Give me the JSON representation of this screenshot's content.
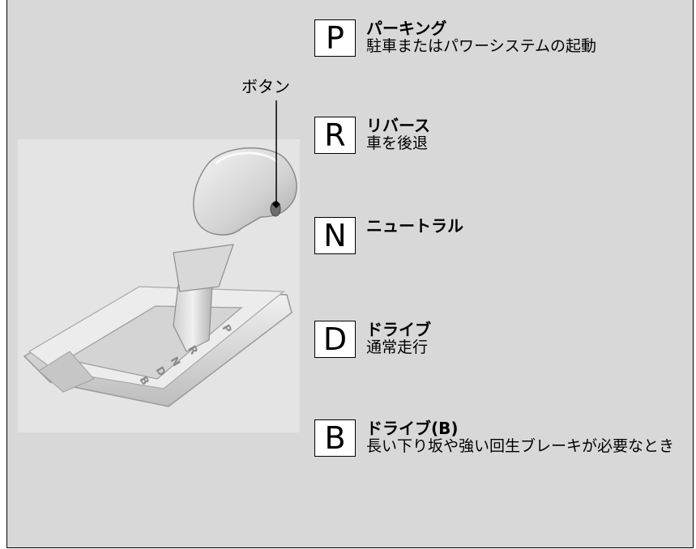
{
  "callout": {
    "label": "ボタン"
  },
  "gears": [
    {
      "letter": "P",
      "title": "パーキング",
      "desc": "駐車またはパワーシステムの起動"
    },
    {
      "letter": "R",
      "title": "リバース",
      "desc": "車を後退"
    },
    {
      "letter": "N",
      "title": "ニュートラル",
      "desc": ""
    },
    {
      "letter": "D",
      "title": "ドライブ",
      "desc": "通常走行"
    },
    {
      "letter": "B",
      "title": "ドライブ(B)",
      "desc": "長い下り坂や強い回生ブレーキが必要なとき"
    }
  ],
  "gate_letters": [
    "P",
    "R",
    "N",
    "D",
    "B"
  ]
}
